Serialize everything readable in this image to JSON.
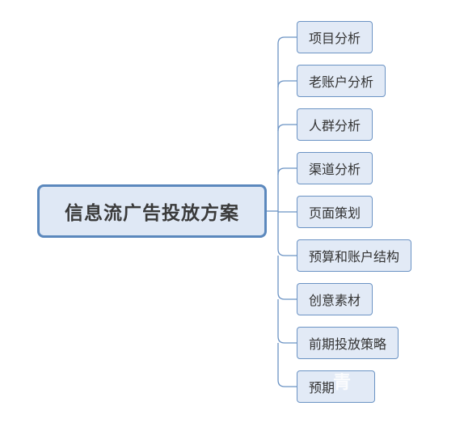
{
  "root": {
    "label": "信息流广告投放方案"
  },
  "branches": [
    {
      "label": "项目分析"
    },
    {
      "label": "老账户分析"
    },
    {
      "label": "人群分析"
    },
    {
      "label": "渠道分析"
    },
    {
      "label": "页面策划"
    },
    {
      "label": "预算和账户结构"
    },
    {
      "label": "创意素材"
    },
    {
      "label": "前期投放策略"
    },
    {
      "label": "预期"
    }
  ],
  "watermark": {
    "label": "青"
  }
}
